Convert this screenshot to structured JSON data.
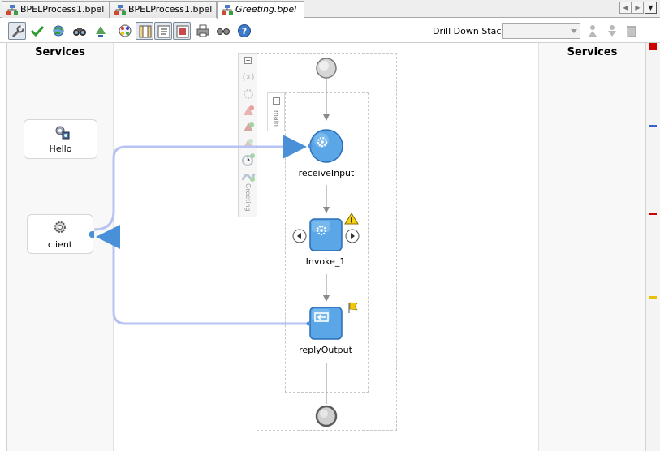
{
  "tabs": [
    {
      "label": "BPELProcess1.bpel",
      "active": false
    },
    {
      "label": "BPELProcess1.bpel",
      "active": false
    },
    {
      "label": "Greeting.bpel",
      "active": true
    }
  ],
  "toolbar": {
    "drill_down_label": "Drill Down Stack:",
    "drill_down_value": ""
  },
  "left_lane": {
    "title": "Services",
    "services": [
      {
        "label": "Hello",
        "icon": "web-service-icon"
      },
      {
        "label": "client",
        "icon": "gear-service-icon"
      }
    ]
  },
  "right_lane": {
    "title": "Services"
  },
  "palette": {
    "scope_label": "Greeting"
  },
  "sequence": {
    "label": "main"
  },
  "activities": [
    {
      "label": "receiveInput",
      "type": "receive"
    },
    {
      "label": "Invoke_1",
      "type": "invoke",
      "badge": "warning-icon"
    },
    {
      "label": "replyOutput",
      "type": "reply",
      "badge": "flag-icon"
    }
  ],
  "colors": {
    "accent": "#4a90d9",
    "link": "#b7c3f2",
    "error_mark": "#cc0000",
    "info_mark": "#3b62c9",
    "warning_mark": "#e8c200"
  }
}
